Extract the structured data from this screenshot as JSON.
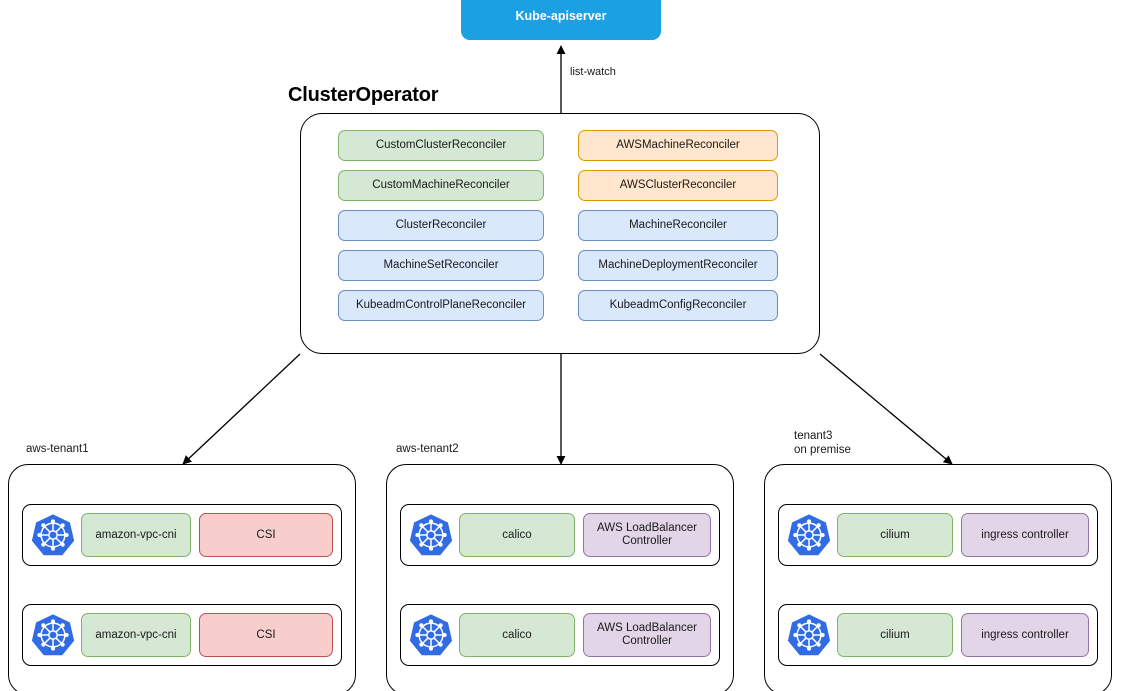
{
  "apiserver": {
    "label": "Kube-apiserver",
    "color": "#1BA1E2"
  },
  "edges": {
    "list_watch_label": "list-watch"
  },
  "operator": {
    "title": "ClusterOperator",
    "reconcilers": [
      {
        "label": "CustomClusterReconciler",
        "style": "rc-green",
        "col": "left"
      },
      {
        "label": "AWSMachineReconciler",
        "style": "rc-orange",
        "col": "right"
      },
      {
        "label": "CustomMachineReconciler",
        "style": "rc-green",
        "col": "left"
      },
      {
        "label": "AWSClusterReconciler",
        "style": "rc-orange",
        "col": "right"
      },
      {
        "label": "ClusterReconciler",
        "style": "rc-blue",
        "col": "left"
      },
      {
        "label": "MachineReconciler",
        "style": "rc-blue",
        "col": "right"
      },
      {
        "label": "MachineSetReconciler",
        "style": "rc-blue",
        "col": "left"
      },
      {
        "label": "MachineDeploymentReconciler",
        "style": "rc-blue",
        "col": "right"
      },
      {
        "label": "KubeadmControlPlaneReconciler",
        "style": "rc-blue",
        "col": "left"
      },
      {
        "label": "KubeadmConfigReconciler",
        "style": "rc-blue",
        "col": "right"
      }
    ]
  },
  "tenants": [
    {
      "name": "aws-tenant1",
      "clusters": [
        {
          "addons": [
            {
              "label": "amazon-vpc-cni",
              "style": "ad-green",
              "width": 94
            },
            {
              "label": "CSI",
              "style": "ad-red",
              "width": 118
            }
          ]
        },
        {
          "addons": [
            {
              "label": "amazon-vpc-cni",
              "style": "ad-green",
              "width": 94
            },
            {
              "label": "CSI",
              "style": "ad-red",
              "width": 118
            }
          ]
        }
      ]
    },
    {
      "name": "aws-tenant2",
      "clusters": [
        {
          "addons": [
            {
              "label": "calico",
              "style": "ad-green",
              "width": 96
            },
            {
              "label": "AWS LoadBalancer Controller",
              "style": "ad-purple",
              "width": 108
            }
          ]
        },
        {
          "addons": [
            {
              "label": "calico",
              "style": "ad-green",
              "width": 96
            },
            {
              "label": "AWS LoadBalancer Controller",
              "style": "ad-purple",
              "width": 108
            }
          ]
        }
      ]
    },
    {
      "name": "tenant3\non premise",
      "clusters": [
        {
          "addons": [
            {
              "label": "cilium",
              "style": "ad-green",
              "width": 96
            },
            {
              "label": "ingress controller",
              "style": "ad-purple",
              "width": 108
            }
          ]
        },
        {
          "addons": [
            {
              "label": "cilium",
              "style": "ad-green",
              "width": 96
            },
            {
              "label": "ingress controller",
              "style": "ad-purple",
              "width": 108
            }
          ]
        }
      ]
    }
  ],
  "colors": {
    "green_fill": "#d5e8d4",
    "green_stroke": "#82b366",
    "orange_fill": "#ffe6cc",
    "orange_stroke": "#d79b00",
    "blue_fill": "#dae8fc",
    "blue_stroke": "#6c8ebf",
    "red_fill": "#f8cecc",
    "red_stroke": "#b85450",
    "purple_fill": "#e1d5e7",
    "purple_stroke": "#9673a6",
    "k8s_blue": "#326ce5"
  }
}
